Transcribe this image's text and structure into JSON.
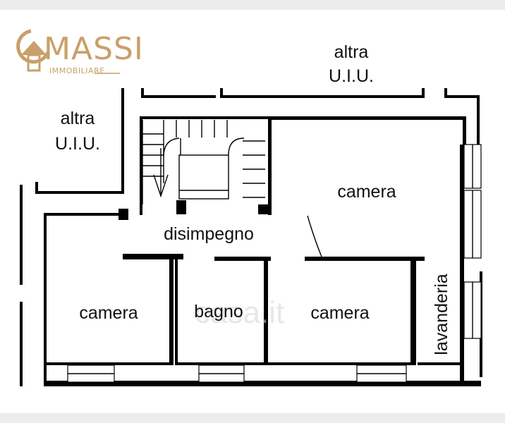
{
  "logo": {
    "brand": "MASSI",
    "subtitle": "IMMOBILIARE"
  },
  "watermark": "casa.it",
  "rooms": {
    "altra_top_line1": "altra",
    "altra_top_line2": "U.I.U.",
    "altra_left_line1": "altra",
    "altra_left_line2": "U.I.U.",
    "camera_top_right": "camera",
    "disimpegno": "disimpegno",
    "camera_left": "camera",
    "bagno": "bagno",
    "camera_right": "camera",
    "lavanderia": "lavanderia"
  },
  "colors": {
    "logo": "#c9a06a",
    "walls": "#000000",
    "background": "#ffffff",
    "frame": "#ececec"
  }
}
